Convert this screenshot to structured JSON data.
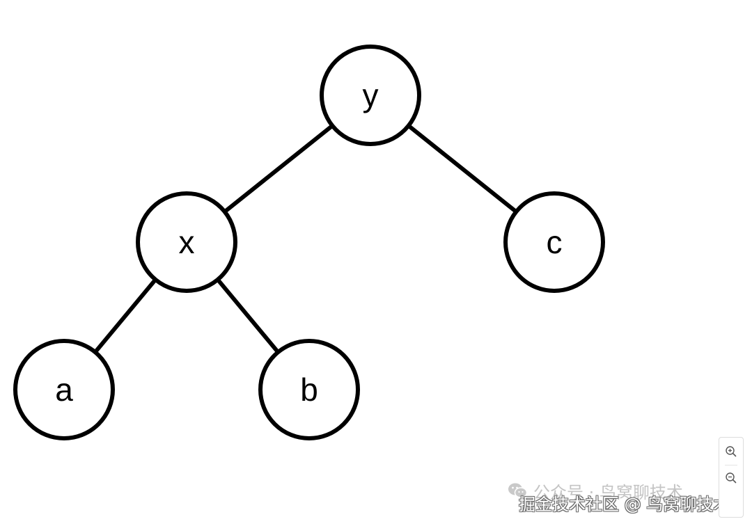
{
  "diagram": {
    "type": "binary-tree",
    "nodes": [
      {
        "id": "y",
        "label": "y"
      },
      {
        "id": "x",
        "label": "x"
      },
      {
        "id": "c",
        "label": "c"
      },
      {
        "id": "a",
        "label": "a"
      },
      {
        "id": "b",
        "label": "b"
      }
    ],
    "edges": [
      {
        "from": "y",
        "to": "x"
      },
      {
        "from": "y",
        "to": "c"
      },
      {
        "from": "x",
        "to": "a"
      },
      {
        "from": "x",
        "to": "b"
      }
    ],
    "colors": {
      "stroke": "#000000",
      "fill": "#ffffff"
    }
  },
  "zoom_controls": {
    "zoom_in_icon": "zoom-in-icon",
    "zoom_out_icon": "zoom-out-icon"
  },
  "watermarks": {
    "faint_text": "公众号 · 鸟窝聊技术",
    "faint_icon": "wechat-icon",
    "main_text": "掘金技术社区 @ 鸟窝聊技术"
  }
}
